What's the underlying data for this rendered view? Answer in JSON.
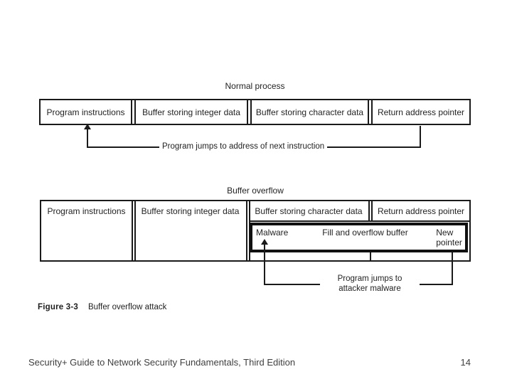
{
  "slide": {
    "caption": {
      "label": "Figure 3-3",
      "text": "Buffer overflow attack"
    },
    "footer": {
      "title": "Security+ Guide to Network Security Fundamentals, Third Edition",
      "page_number": "14"
    }
  },
  "normal_process": {
    "title": "Normal process",
    "cells": [
      "Program instructions",
      "Buffer storing integer data",
      "Buffer storing character data",
      "Return address pointer"
    ],
    "arrow_label": "Program jumps to address of next instruction"
  },
  "buffer_overflow": {
    "title": "Buffer overflow",
    "cells": [
      "Program instructions",
      "Buffer storing integer data",
      "Buffer storing character data",
      "Return address pointer"
    ],
    "overlay": {
      "malware": "Malware",
      "fill": "Fill and overflow buffer",
      "new_pointer_line1": "New",
      "new_pointer_line2": "pointer"
    },
    "arrow_label_line1": "Program jumps to",
    "arrow_label_line2": "attacker malware"
  },
  "colors": {
    "line": "#1a1a1a",
    "text": "#232323",
    "footer_text": "#3f3f3f",
    "background": "#ffffff"
  }
}
